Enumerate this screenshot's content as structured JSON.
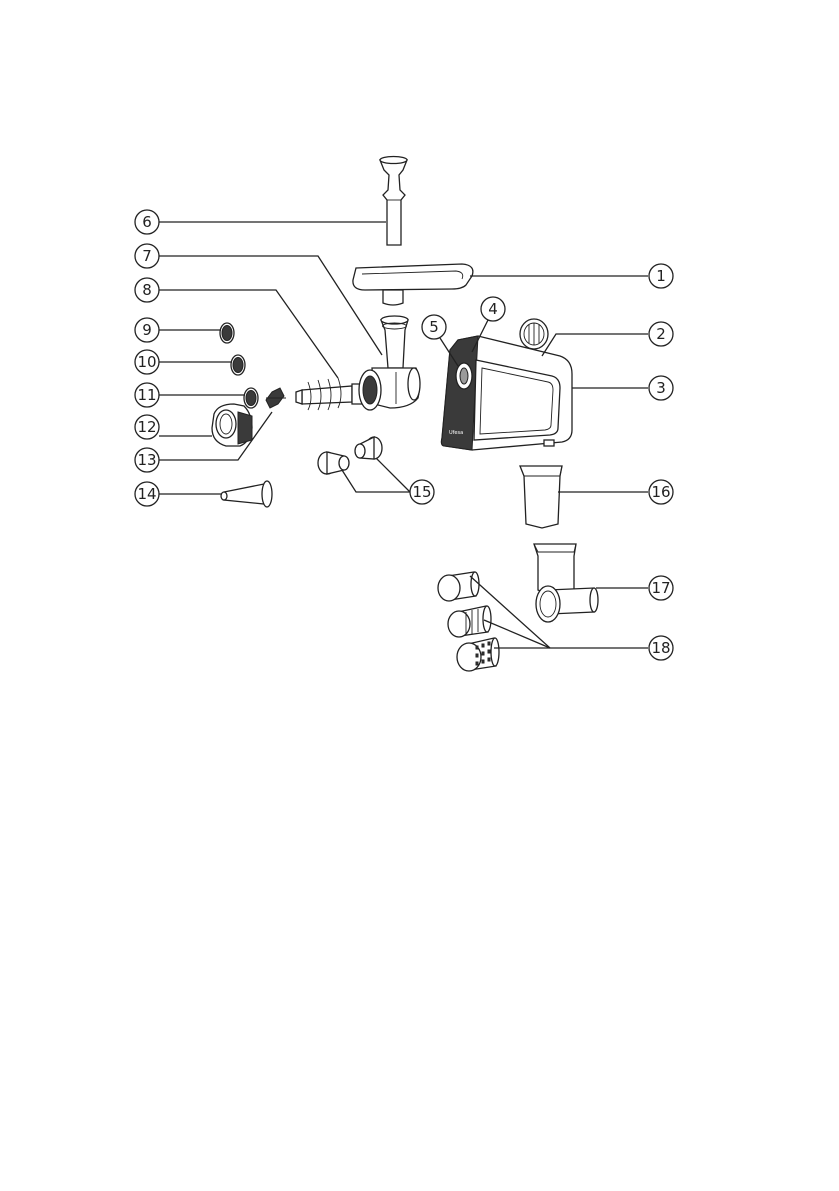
{
  "diagram": {
    "callouts": [
      {
        "id": "1",
        "label": "1"
      },
      {
        "id": "2",
        "label": "2"
      },
      {
        "id": "3",
        "label": "3"
      },
      {
        "id": "4",
        "label": "4"
      },
      {
        "id": "5",
        "label": "5"
      },
      {
        "id": "6",
        "label": "6"
      },
      {
        "id": "7",
        "label": "7"
      },
      {
        "id": "8",
        "label": "8"
      },
      {
        "id": "9",
        "label": "9"
      },
      {
        "id": "10",
        "label": "10"
      },
      {
        "id": "11",
        "label": "11"
      },
      {
        "id": "12",
        "label": "12"
      },
      {
        "id": "13",
        "label": "13"
      },
      {
        "id": "14",
        "label": "14"
      },
      {
        "id": "15",
        "label": "15"
      },
      {
        "id": "16",
        "label": "16"
      },
      {
        "id": "17",
        "label": "17"
      },
      {
        "id": "18",
        "label": "18"
      }
    ],
    "brand_mark": "Ufesa",
    "colors": {
      "line": "#222222",
      "background": "#ffffff",
      "dark_fill": "#3a3a3a"
    }
  }
}
